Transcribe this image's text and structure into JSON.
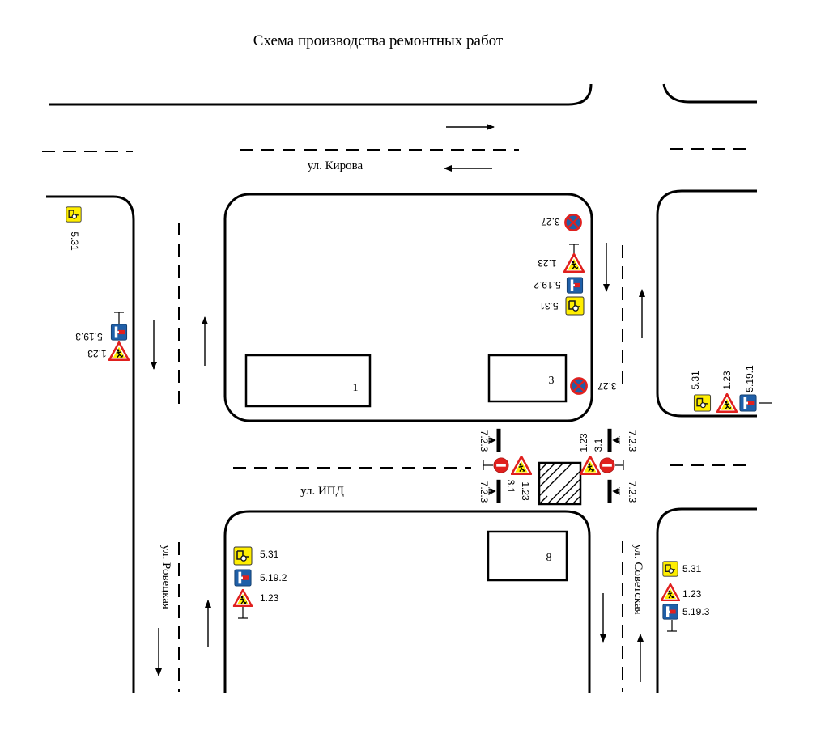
{
  "title": "Схема производства ремонтных работ",
  "streets": {
    "kirova": "ул. Кирова",
    "ipd": "ул. ИПД",
    "roveckaya": "ул. Ровецкая",
    "sovetskaya": "ул. Советская"
  },
  "buildings": {
    "b1": "1",
    "b3": "3",
    "b8": "8"
  },
  "sign_codes": {
    "s5_31": "5.31",
    "s5_19_1": "5.19.1",
    "s5_19_2": "5.19.2",
    "s5_19_3": "5.19.3",
    "s1_23": "1.23",
    "s3_27": "3.27",
    "s3_1": "3.1",
    "s7_2_3": "7.2.3"
  },
  "colors": {
    "sign_yellow": "#ffee00",
    "sign_blue": "#1f5fa8",
    "sign_red": "#e0201e",
    "road": "#000000"
  }
}
